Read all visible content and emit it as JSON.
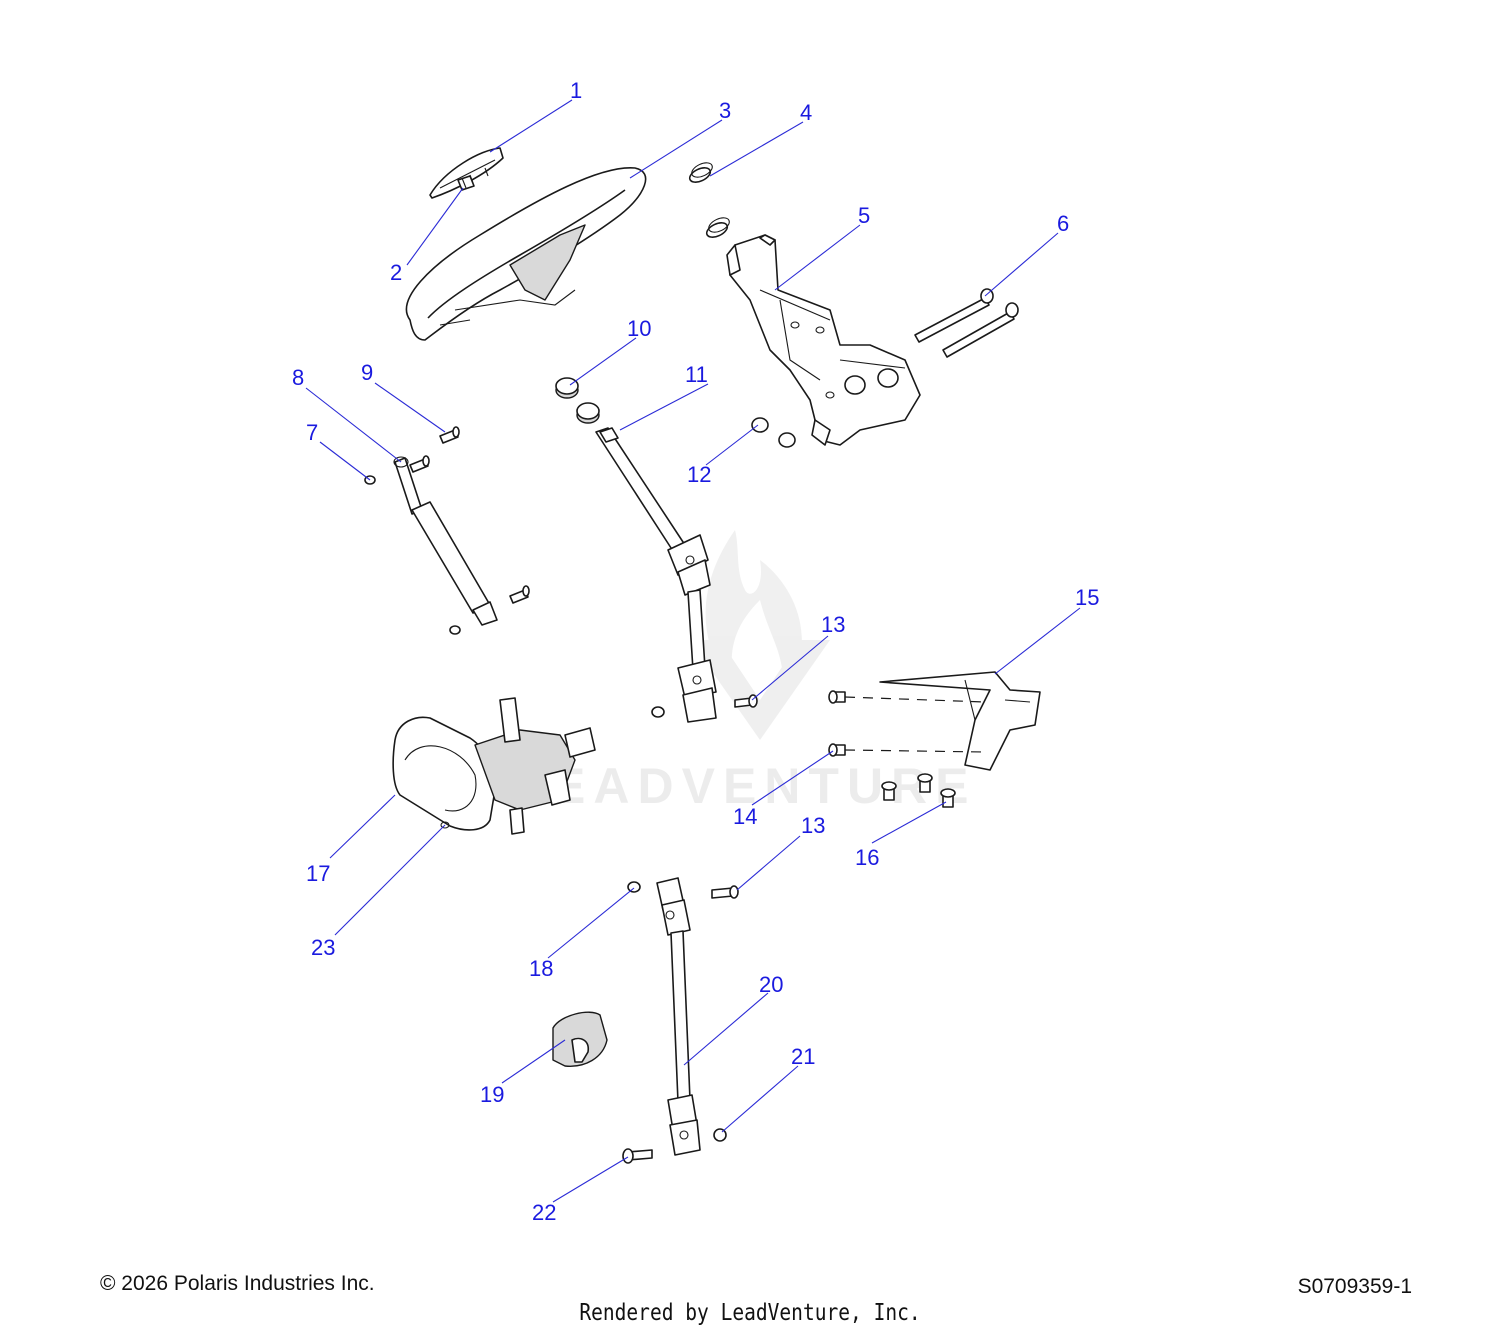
{
  "diagram": {
    "callouts": [
      "1",
      "2",
      "3",
      "4",
      "5",
      "6",
      "7",
      "8",
      "9",
      "10",
      "11",
      "12",
      "13",
      "14",
      "15",
      "16",
      "13",
      "17",
      "18",
      "19",
      "20",
      "21",
      "22",
      "23"
    ],
    "watermark": "LEADVENTURE"
  },
  "footer": {
    "copyright": "© 2026 Polaris Industries Inc.",
    "diagram_id": "S0709359-1",
    "rendered_by": "Rendered by LeadVenture, Inc."
  },
  "colors": {
    "callout": "#1a1adf",
    "leader": "#2b2bd6",
    "outline": "#1a1a1a"
  }
}
